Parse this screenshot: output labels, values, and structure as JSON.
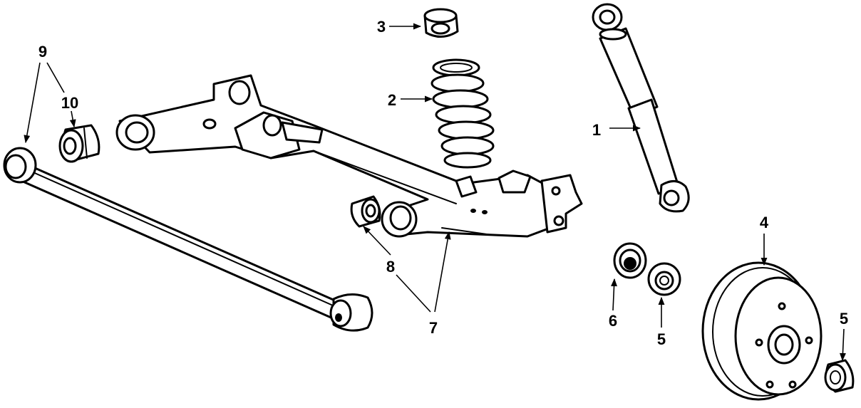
{
  "diagram": {
    "callouts": [
      {
        "id": "1",
        "text": "1"
      },
      {
        "id": "2",
        "text": "2"
      },
      {
        "id": "3",
        "text": "3"
      },
      {
        "id": "4",
        "text": "4"
      },
      {
        "id": "5a",
        "text": "5"
      },
      {
        "id": "5b",
        "text": "5"
      },
      {
        "id": "6",
        "text": "6"
      },
      {
        "id": "7",
        "text": "7"
      },
      {
        "id": "8",
        "text": "8"
      },
      {
        "id": "9",
        "text": "9"
      },
      {
        "id": "10",
        "text": "10"
      }
    ]
  }
}
